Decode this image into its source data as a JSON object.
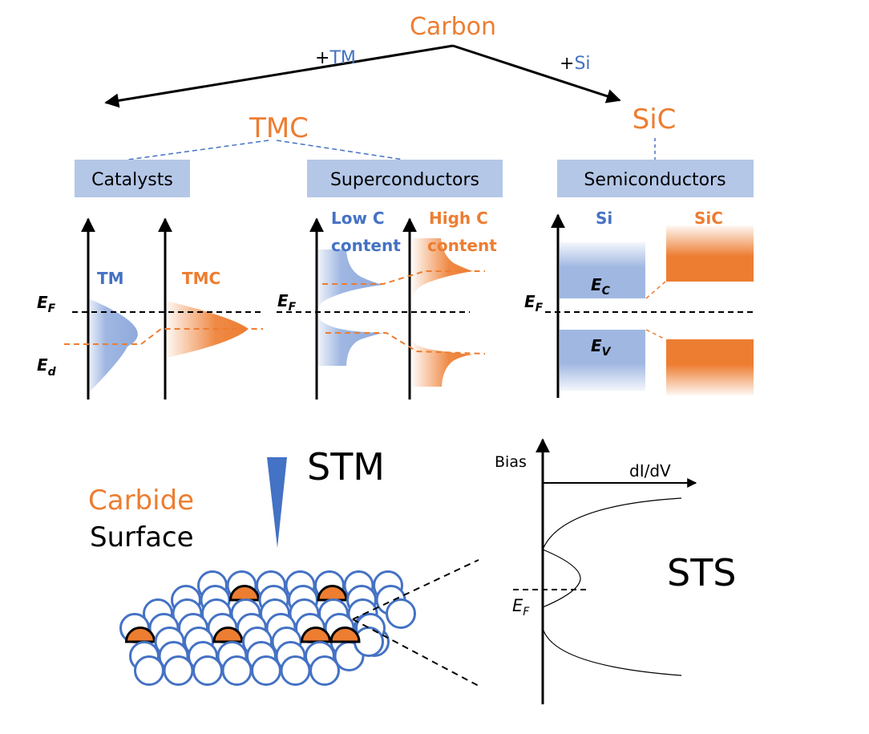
{
  "colors": {
    "orange": "#ED7D31",
    "blue": "#4472C4",
    "light_blue_box": "#B4C7E7",
    "blue_fill": "#8FAADC",
    "black": "#000000"
  },
  "tree": {
    "root": "Carbon",
    "left_edge_prefix": "+",
    "left_edge_element": "TM",
    "right_edge_prefix": "+",
    "right_edge_element": "Si",
    "left_child": "TMC",
    "right_child": "SiC"
  },
  "categories": {
    "catalysts": "Catalysts",
    "superconductors": "Superconductors",
    "semiconductors": "Semiconductors"
  },
  "catalysts_panel": {
    "label_tm": "TM",
    "label_tmc": "TMC",
    "fermi_main": "E",
    "fermi_sub": "F",
    "d_main": "E",
    "d_sub": "d"
  },
  "superconductors_panel": {
    "low_line1": "Low C",
    "low_line2": "content",
    "high_line1": "High C",
    "high_line2": "content",
    "fermi_main": "E",
    "fermi_sub": "F"
  },
  "semiconductors_panel": {
    "label_si": "Si",
    "label_sic": "SiC",
    "fermi_main": "E",
    "fermi_sub": "F",
    "ec_main": "E",
    "ec_sub": "C",
    "ev_main": "E",
    "ev_sub": "V"
  },
  "stm": {
    "title": "STM",
    "surface_line1": "Carbide",
    "surface_line2": "Surface",
    "highlighted_atoms": 6
  },
  "sts": {
    "title": "STS",
    "y_axis_label": "Bias",
    "x_axis_label": "dI/dV",
    "fermi_main": "E",
    "fermi_sub": "F"
  }
}
